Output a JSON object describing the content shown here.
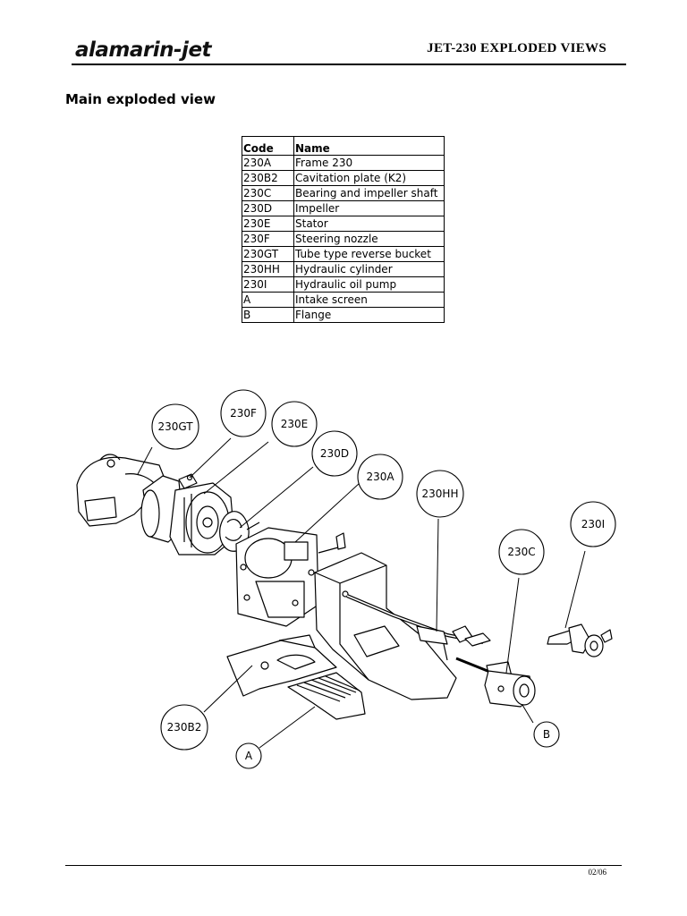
{
  "header": {
    "brand": "alamarin-jet",
    "title": "JET-230 EXPLODED VIEWS"
  },
  "section": {
    "title": "Main exploded view"
  },
  "parts_table": {
    "headers": [
      "Code",
      "Name"
    ],
    "rows": [
      [
        "230A",
        "Frame 230"
      ],
      [
        "230B2",
        "Cavitation plate (K2)"
      ],
      [
        "230C",
        "Bearing and impeller shaft"
      ],
      [
        "230D",
        "Impeller"
      ],
      [
        "230E",
        "Stator"
      ],
      [
        "230F",
        "Steering nozzle"
      ],
      [
        "230GT",
        "Tube type reverse bucket"
      ],
      [
        "230HH",
        "Hydraulic cylinder"
      ],
      [
        "230I",
        "Hydraulic oil pump"
      ],
      [
        "A",
        "Intake screen"
      ],
      [
        "B",
        "Flange"
      ]
    ]
  },
  "callouts": {
    "c230GT": "230GT",
    "c230F": "230F",
    "c230E": "230E",
    "c230D": "230D",
    "c230A": "230A",
    "c230HH": "230HH",
    "c230I": "230I",
    "c230C": "230C",
    "c230B2": "230B2",
    "cA": "A",
    "cB": "B"
  },
  "footer": {
    "page": "02/06"
  }
}
